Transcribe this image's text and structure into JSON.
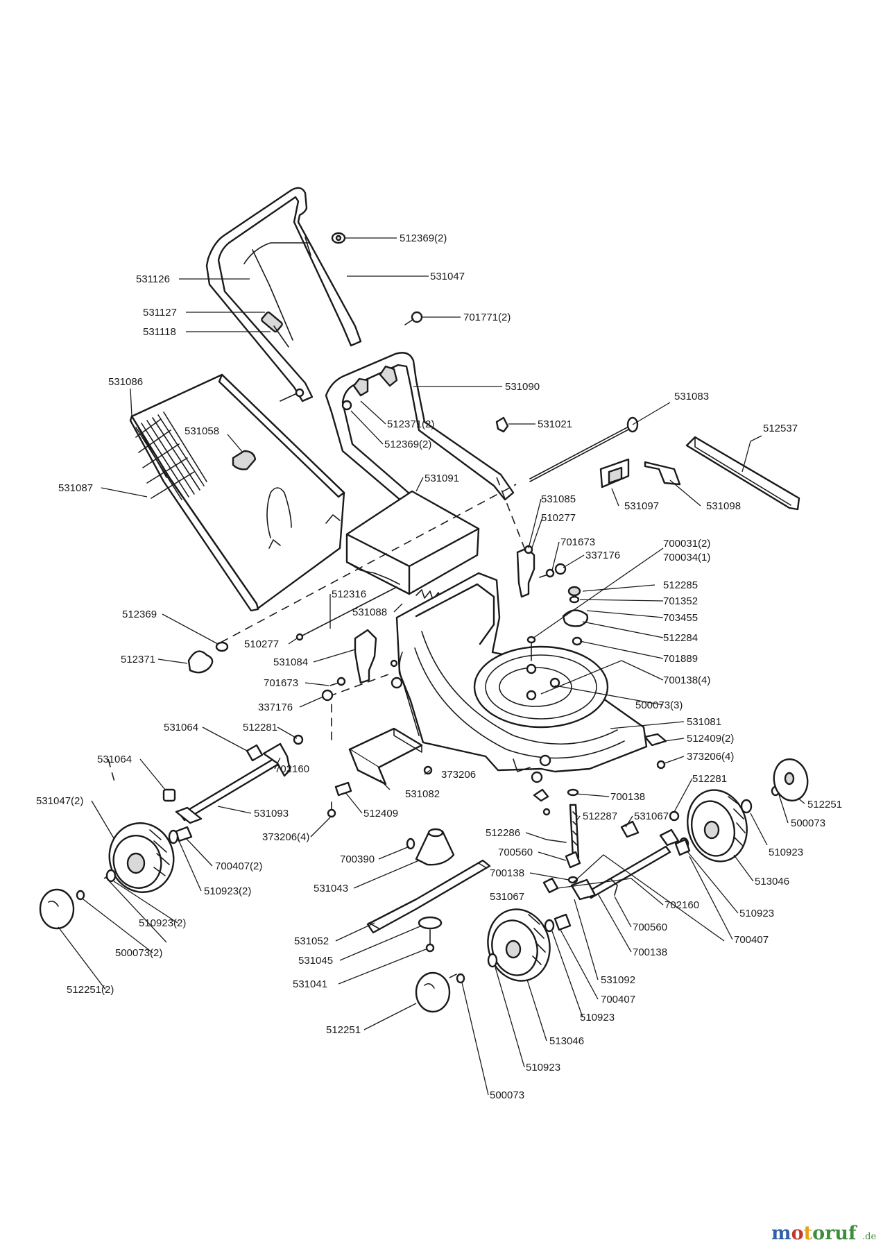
{
  "brand": {
    "name": "motoruf",
    "suffix": ".de",
    "color_m": "#2e61a8",
    "color_o": "#c0392b",
    "color_t": "#e3a21a",
    "color_rest": "#3b8e3b"
  },
  "labels": {
    "l512369_2_top": "512369(2)",
    "l531126": "531126",
    "l531047": "531047",
    "l531127": "531127",
    "l701771_2": "701771(2)",
    "l531118": "531118",
    "l531086": "531086",
    "l531090": "531090",
    "l531058": "531058",
    "l512371_2": "512371(2)",
    "l531021": "531021",
    "l531083": "531083",
    "l512369_2_mid": "512369(2)",
    "l512537": "512537",
    "l531087": "531087",
    "l531091": "531091",
    "l531085": "531085",
    "l531097": "531097",
    "l531098": "531098",
    "l510277_top": "510277",
    "l701673_top": "701673",
    "l700031_2": "700031(2)",
    "l700034_1": "700034(1)",
    "l337176_top": "337176",
    "l512285": "512285",
    "l512316": "512316",
    "l701352": "701352",
    "l512369": "512369",
    "l531088": "531088",
    "l703455": "703455",
    "l512284": "512284",
    "l510277_bot": "510277",
    "l512371": "512371",
    "l531084": "531084",
    "l701889": "701889",
    "l701673_bot": "701673",
    "l700138_4": "700138(4)",
    "l337176_bot": "337176",
    "l500073_3": "500073(3)",
    "l531064_a": "531064",
    "l512281_a": "512281",
    "l531081": "531081",
    "l512409_2": "512409(2)",
    "l531064_b": "531064",
    "l702160_a": "702160",
    "l373206": "373206",
    "l373206_4_r": "373206(4)",
    "l531082": "531082",
    "l512281_b": "512281",
    "l512251_r": "512251",
    "l531047_2": "531047(2)",
    "l531093": "531093",
    "l700138_a": "700138",
    "l512409": "512409",
    "l512287": "512287",
    "l531067_a": "531067",
    "l500073_r": "500073",
    "l373206_4_l": "373206(4)",
    "l512286": "512286",
    "l700407_2": "700407(2)",
    "l700390": "700390",
    "l700560_a": "700560",
    "l510923_r": "510923",
    "l510923_2_a": "510923(2)",
    "l531043": "531043",
    "l700138_b": "700138",
    "l513046_r": "513046",
    "l531067_b": "531067",
    "l702160_b": "702160",
    "l510923_2_b": "510923(2)",
    "l510923_mid": "510923",
    "l700560_b": "700560",
    "l531052": "531052",
    "l700407": "700407",
    "l500073_2": "500073(2)",
    "l700138_c": "700138",
    "l531045": "531045",
    "l512251_2": "512251(2)",
    "l531092": "531092",
    "l531041": "531041",
    "l700407_b": "700407",
    "l510923_b": "510923",
    "l512251_b": "512251",
    "l513046_b": "513046",
    "l510923_c": "510923",
    "l500073_b": "500073"
  }
}
